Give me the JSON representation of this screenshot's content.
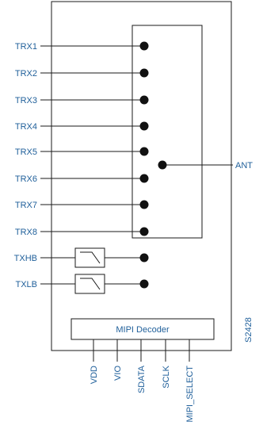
{
  "diagram": {
    "ports": [
      "TRX1",
      "TRX2",
      "TRX3",
      "TRX4",
      "TRX5",
      "TRX6",
      "TRX7",
      "TRX8",
      "TXHB",
      "TXLB"
    ],
    "filter_ports": [
      "TXHB",
      "TXLB"
    ],
    "antenna_label": "ANT",
    "decoder_label": "MIPI Decoder",
    "decoder_pins": [
      "VDD",
      "VIO",
      "SDATA",
      "SCLK",
      "MIPI_SELECT"
    ],
    "figure_id": "S2428",
    "colors": {
      "label": "#1f5f9a",
      "line": "#1a1a1a"
    }
  }
}
